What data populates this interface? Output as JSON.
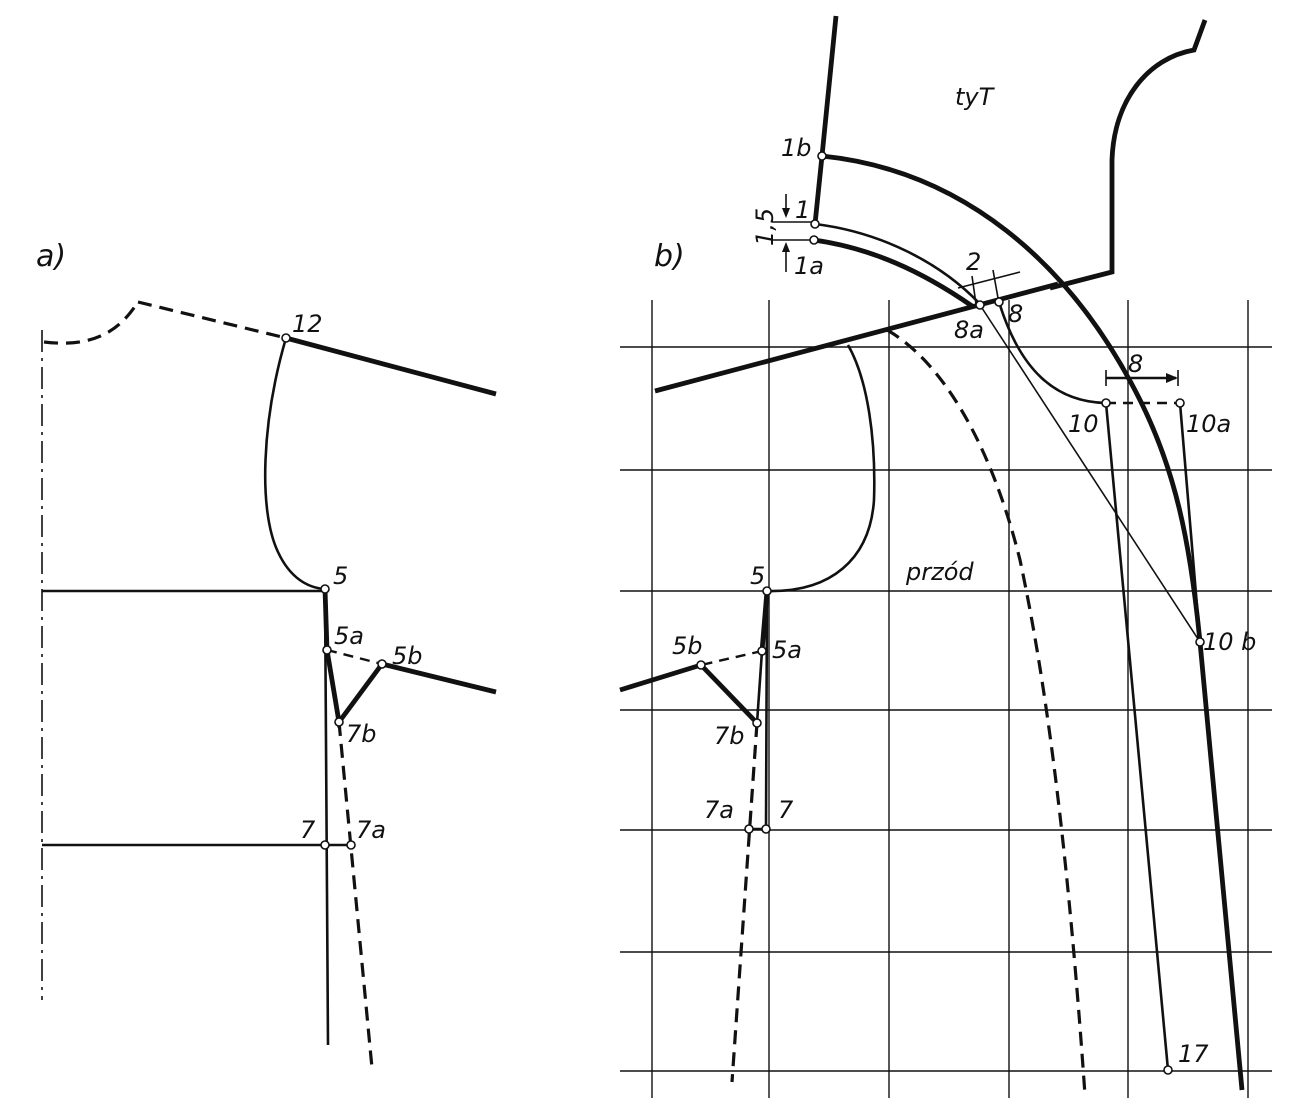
{
  "panels": {
    "a": {
      "label": "a)",
      "points": {
        "p12": "12",
        "p5": "5",
        "p5a": "5a",
        "p5b": "5b",
        "p7b": "7b",
        "p7": "7",
        "p7a": "7a"
      }
    },
    "b": {
      "label": "b)",
      "back_label": "tyT",
      "front_label": "przód",
      "points": {
        "p1b": "1b",
        "p1": "1",
        "p1a": "1a",
        "p8a": "8a",
        "p8": "8",
        "p10": "10",
        "p10a": "10a",
        "p10b": "10 b",
        "p5": "5",
        "p5a": "5a",
        "p5b": "5b",
        "p7b": "7b",
        "p7a": "7a",
        "p7": "7",
        "p17": "17"
      },
      "dimensions": {
        "d15": "1,5",
        "d2": "2",
        "d8": "8"
      }
    }
  }
}
